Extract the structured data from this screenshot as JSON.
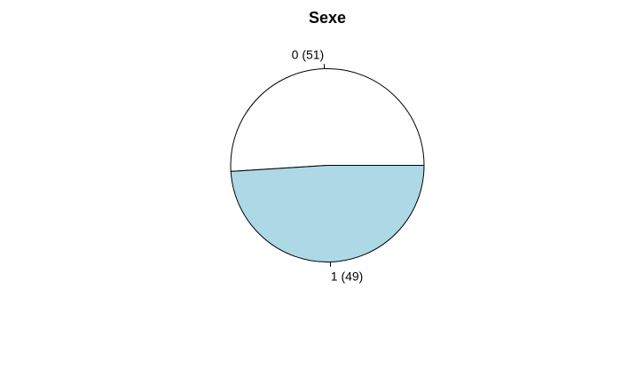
{
  "chart_data": {
    "type": "pie",
    "title": "Sexe",
    "slices": [
      {
        "label": "0 (51)",
        "category": "0",
        "value": 51,
        "color": "#ffffff"
      },
      {
        "label": "1 (49)",
        "category": "1",
        "value": 49,
        "color": "#add8e6"
      }
    ],
    "outline_color": "#000000",
    "start_angle_deg": 0,
    "direction": "counterclockwise"
  }
}
